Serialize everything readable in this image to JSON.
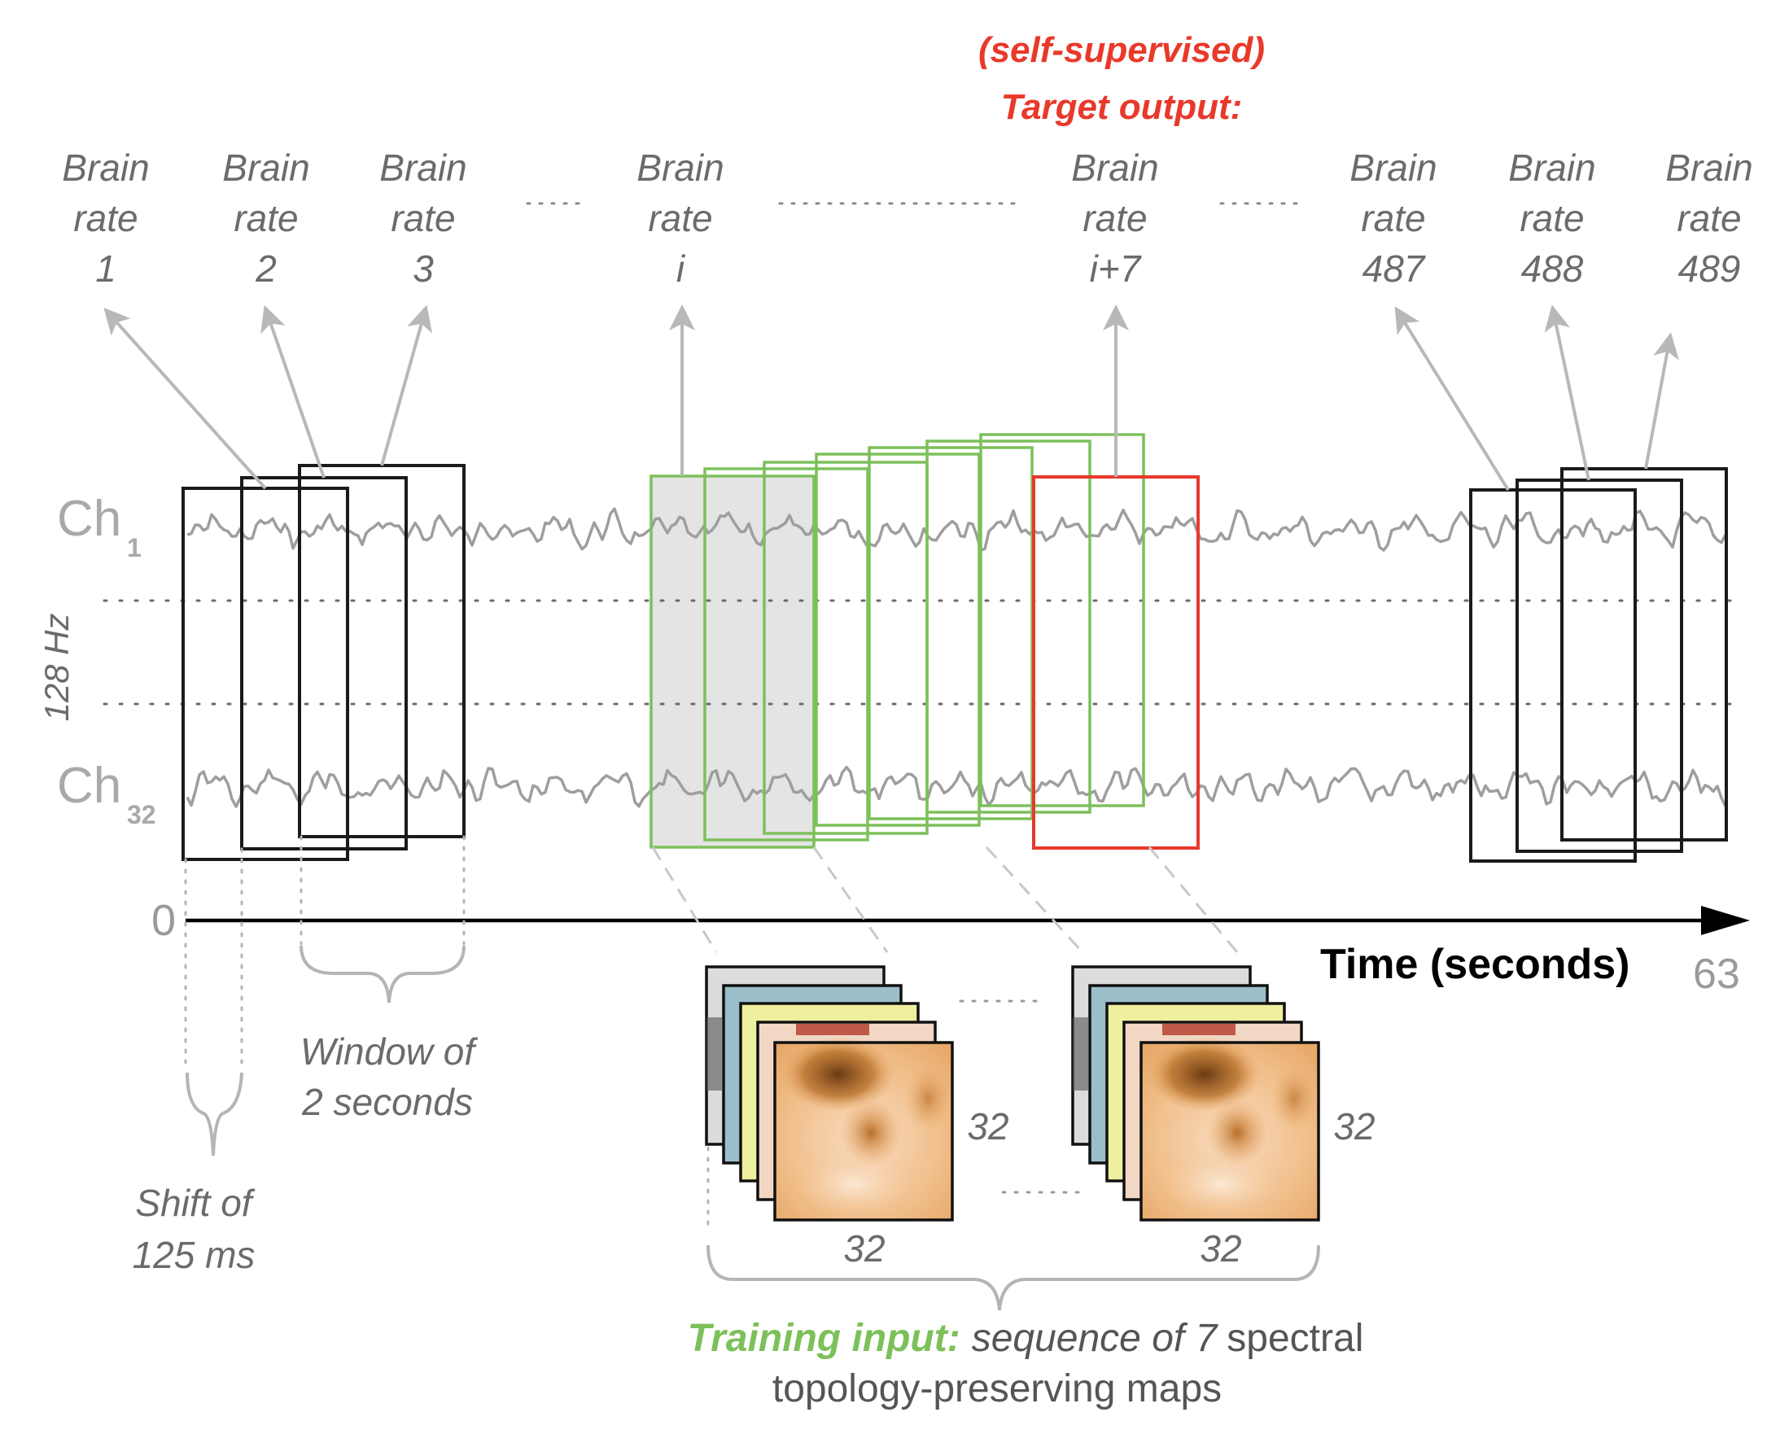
{
  "target": {
    "line1": "(self-supervised)",
    "line2": "Target output:"
  },
  "brain_rates": [
    {
      "word1": "Brain",
      "word2": "rate",
      "index": "1"
    },
    {
      "word1": "Brain",
      "word2": "rate",
      "index": "2"
    },
    {
      "word1": "Brain",
      "word2": "rate",
      "index": "3"
    },
    {
      "word1": "Brain",
      "word2": "rate",
      "index": "i"
    },
    {
      "word1": "Brain",
      "word2": "rate",
      "index": "i+7"
    },
    {
      "word1": "Brain",
      "word2": "rate",
      "index": "487"
    },
    {
      "word1": "Brain",
      "word2": "rate",
      "index": "488"
    },
    {
      "word1": "Brain",
      "word2": "rate",
      "index": "489"
    }
  ],
  "channels": {
    "top": {
      "base": "Ch",
      "sub": "1"
    },
    "bottom": {
      "base": "Ch",
      "sub": "32"
    }
  },
  "sampling_rate": "128 Hz",
  "axis": {
    "start": "0",
    "end": "63",
    "label": "Time (seconds)"
  },
  "window": {
    "line1": "Window of",
    "line2": "2 seconds"
  },
  "shift": {
    "line1": "Shift of",
    "line2": "125 ms"
  },
  "map_size": {
    "height": "32",
    "width": "32"
  },
  "caption": {
    "highlight": "Training input:",
    "italic": "sequence of 7",
    "plain": "spectral",
    "line2": "topology-preserving maps"
  },
  "colors": {
    "black_window": "#1a1a1a",
    "green_window": "#7cc05a",
    "red_window": "#e8392a",
    "signal": "#9e9e9e",
    "highlight_fill": "#e4e4e4",
    "map_layers": [
      "#dcdcdc",
      "#9bbfca",
      "#eef0a0",
      "#f2d8c4",
      "#f4c48e"
    ]
  }
}
